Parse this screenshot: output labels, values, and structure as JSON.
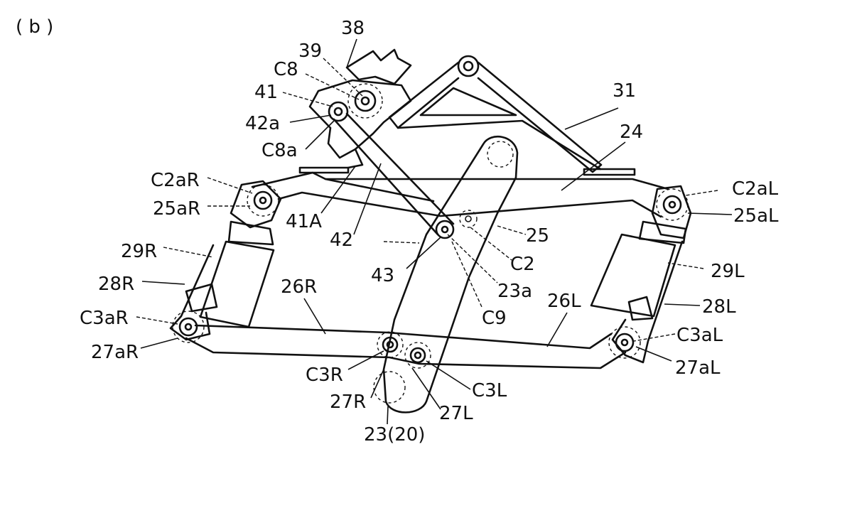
{
  "panel_label": "( b )",
  "labels": {
    "l38": "38",
    "l39": "39",
    "lC8": "C8",
    "l41": "41",
    "l42a": "42a",
    "lC8a": "C8a",
    "l31": "31",
    "l24": "24",
    "lC2aR": "C2aR",
    "l25aR": "25aR",
    "lC2aL": "C2aL",
    "l25aL": "25aL",
    "l41A": "41A",
    "l42": "42",
    "l25": "25",
    "l29R": "29R",
    "l43": "43",
    "lC2": "C2",
    "l29L": "29L",
    "l28R": "28R",
    "l26R": "26R",
    "l23a": "23a",
    "l26L": "26L",
    "l28L": "28L",
    "lC3aR": "C3aR",
    "lC9": "C9",
    "lC3aL": "C3aL",
    "l27aR": "27aR",
    "l27aL": "27aL",
    "lC3R": "C3R",
    "lC3L": "C3L",
    "l27R": "27R",
    "l27L": "27L",
    "l23_20": "23(20)"
  }
}
